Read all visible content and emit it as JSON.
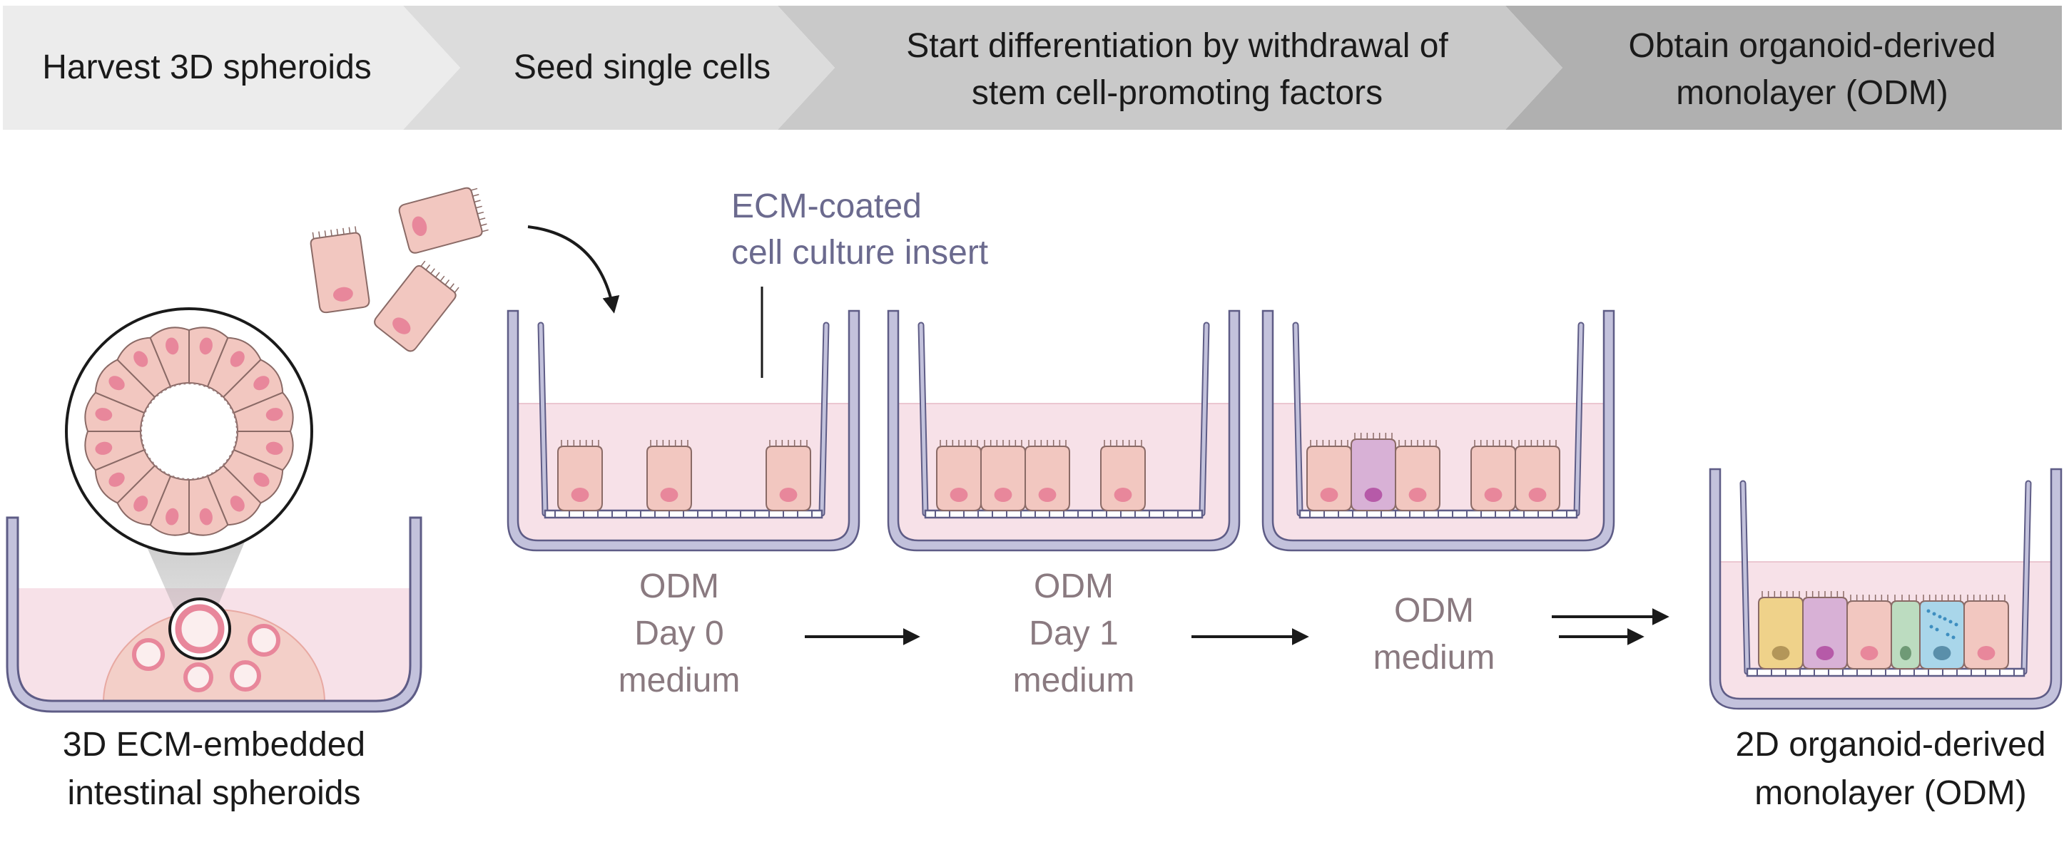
{
  "header_steps": [
    {
      "line1": "Harvest 3D spheroids",
      "line2": ""
    },
    {
      "line1": "Seed single cells",
      "line2": ""
    },
    {
      "line1": "Start differentiation by withdrawal of",
      "line2": "stem cell-promoting factors"
    },
    {
      "line1": "Obtain organoid-derived",
      "line2": "monolayer (ODM)"
    }
  ],
  "labels": {
    "ecm_insert_line1": "ECM-coated",
    "ecm_insert_line2": "cell culture insert",
    "spheroids_line1": "3D ECM-embedded",
    "spheroids_line2": "intestinal spheroids",
    "day0_line1": "ODM",
    "day0_line2": "Day 0",
    "day0_line3": "medium",
    "day1_line1": "ODM",
    "day1_line2": "Day 1",
    "day1_line3": "medium",
    "odm_medium_line1": "ODM",
    "odm_medium_line2": "medium",
    "result_line1": "2D organoid-derived",
    "result_line2": "monolayer (ODM)"
  },
  "colors": {
    "header_shades": [
      "#ececec",
      "#dcdcdc",
      "#c9c9c9",
      "#b0b0b0"
    ],
    "medium": "#f7e1e8",
    "well_wall": "#c3c2dc",
    "well_outline": "#5e5c86",
    "cell_fill": "#f2c7c0",
    "cell_nucleus": "#e8879b",
    "goblet_cell": "#d8b1d6",
    "goblet_nucleus": "#b65aa8",
    "paneth_cell": "#efd28a",
    "enteroendocrine_cell": "#bcdcc0",
    "tuft_cell": "#a9d6ea",
    "ecm_dome": "#f3cfc8",
    "ecm_label": "#6b6a8e",
    "grey_label": "#8a7a80"
  }
}
